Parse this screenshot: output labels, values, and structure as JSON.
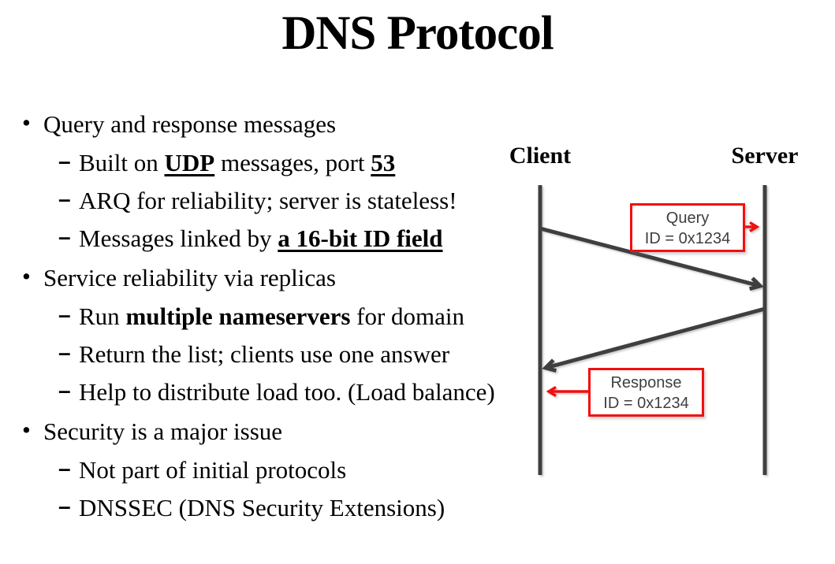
{
  "title": "DNS Protocol",
  "bullets": {
    "marker_l1": "•",
    "marker_l2": "–",
    "items": [
      {
        "label": "Query and response messages",
        "subs": [
          {
            "runs": [
              {
                "t": "Built on "
              },
              {
                "t": "UDP"
              },
              {
                "t": " messages, port "
              },
              {
                "t": "53"
              }
            ]
          },
          {
            "runs": [
              {
                "t": "ARQ for reliability; server is stateless!"
              }
            ]
          },
          {
            "runs": [
              {
                "t": "Messages linked by "
              },
              {
                "t": "a 16-bit ID field"
              }
            ]
          }
        ]
      },
      {
        "label": "Service reliability via replicas",
        "subs": [
          {
            "runs": [
              {
                "t": "Run "
              },
              {
                "t": "multiple nameservers"
              },
              {
                "t": " for domain"
              }
            ]
          },
          {
            "runs": [
              {
                "t": "Return the list; clients use one answer"
              }
            ]
          },
          {
            "runs": [
              {
                "t": "Help to distribute load too. (Load balance)"
              }
            ]
          }
        ]
      },
      {
        "label": "Security is a major issue",
        "subs": [
          {
            "runs": [
              {
                "t": "Not part of initial protocols"
              }
            ]
          },
          {
            "runs": [
              {
                "t": "DNSSEC (DNS Security Extensions)"
              }
            ]
          }
        ]
      }
    ]
  },
  "diagram": {
    "client_label": "Client",
    "server_label": "Server",
    "query_box_line1": "Query",
    "query_box_line2": "ID = 0x1234",
    "response_box_line1": "Response",
    "response_box_line2": "ID = 0x1234"
  },
  "colors": {
    "accent_red": "#f20f0f",
    "line_dark": "#3f3f3f",
    "text": "#000000"
  }
}
